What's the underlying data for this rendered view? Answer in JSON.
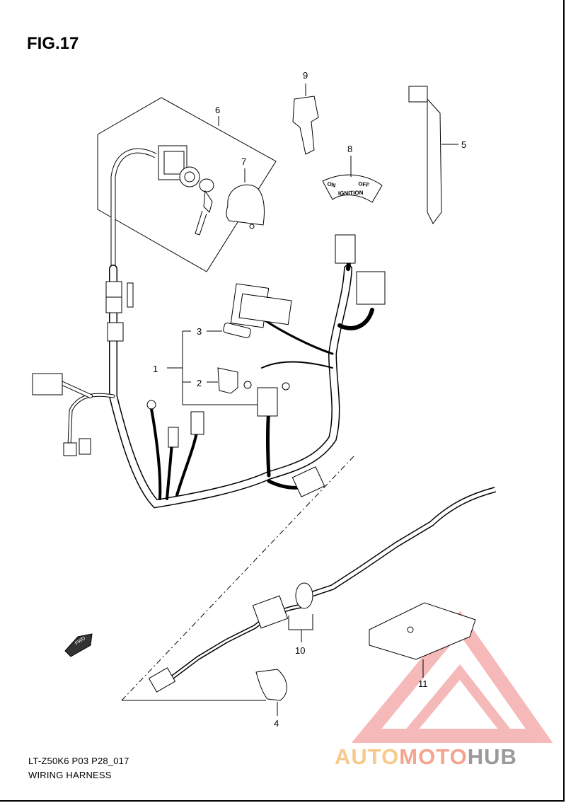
{
  "figure": {
    "title": "FIG.17",
    "model_code": "LT-Z50K6 P03 P28_017",
    "section_name": "WIRING HARNESS"
  },
  "callouts": [
    "1",
    "2",
    "3",
    "4",
    "5",
    "6",
    "7",
    "8",
    "9",
    "10",
    "11"
  ],
  "labels": {
    "switch_on": "ON",
    "switch_off": "OFF",
    "switch_ignition": "IGNITION",
    "fwd_arrow": "FWD"
  },
  "watermark": {
    "part1": "AUTO",
    "part2": "MOTO",
    "part3": "HUB",
    "logo_color": "#f08080"
  }
}
